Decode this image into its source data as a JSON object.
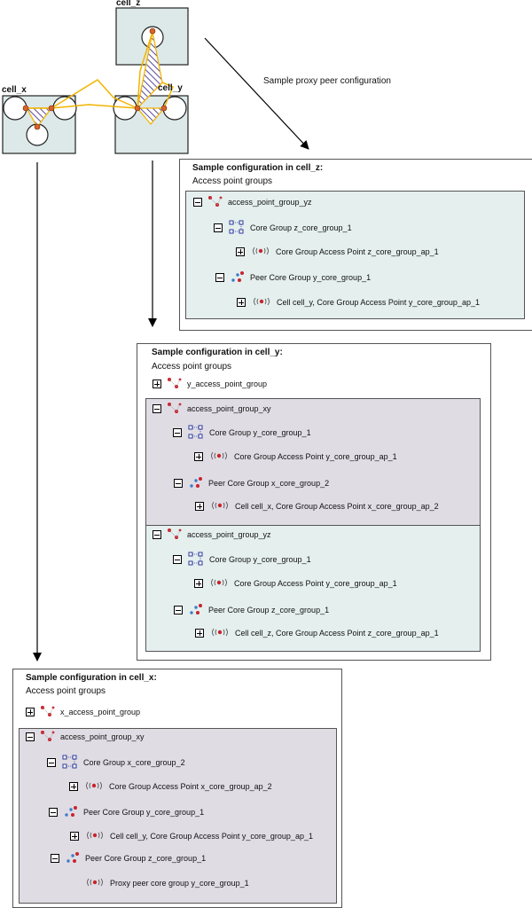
{
  "topology": {
    "cells": [
      "cell_z",
      "cell_x",
      "cell_y"
    ],
    "caption": "Sample proxy peer configuration",
    "colors": {
      "bridge": "#f2b400",
      "hatch": "#5a4a9a",
      "cell_fill": "#dde9e9",
      "node": "#d8632a"
    }
  },
  "panels": {
    "z": {
      "title": "Sample configuration in cell_z:",
      "subtitle": "Access point groups",
      "rows": [
        {
          "toggle": "minus",
          "icon": "access-point-group-icon",
          "text": "access_point_group_yz"
        },
        {
          "toggle": "minus",
          "icon": "core-group-icon",
          "text": "Core Group z_core_group_1"
        },
        {
          "toggle": "plus",
          "icon": "access-point-icon",
          "text": "Core Group Access Point  z_core_group_ap_1"
        },
        {
          "toggle": "minus",
          "icon": "peer-core-group-icon",
          "text": "Peer Core Group y_core_group_1"
        },
        {
          "toggle": "plus",
          "icon": "access-point-icon",
          "text": "Cell cell_y, Core Group Access Point  y_core_group_ap_1"
        }
      ]
    },
    "y": {
      "title": "Sample configuration in cell_y:",
      "subtitle": "Access point groups",
      "rows": [
        {
          "toggle": "plus",
          "icon": "access-point-group-icon",
          "text": "y_access_point_group"
        },
        {
          "toggle": "minus",
          "icon": "access-point-group-icon",
          "text": "access_point_group_xy"
        },
        {
          "toggle": "minus",
          "icon": "core-group-icon",
          "text": "Core Group y_core_group_1"
        },
        {
          "toggle": "plus",
          "icon": "access-point-icon",
          "text": "Core Group Access Point  y_core_group_ap_1"
        },
        {
          "toggle": "minus",
          "icon": "peer-core-group-icon",
          "text": "Peer Core Group x_core_group_2"
        },
        {
          "toggle": "plus",
          "icon": "access-point-icon",
          "text": "Cell cell_x, Core Group Access Point  x_core_group_ap_2"
        },
        {
          "toggle": "minus",
          "icon": "access-point-group-icon",
          "text": "access_point_group_yz"
        },
        {
          "toggle": "minus",
          "icon": "core-group-icon",
          "text": "Core Group y_core_group_1"
        },
        {
          "toggle": "plus",
          "icon": "access-point-icon",
          "text": "Core Group Access Point  y_core_group_ap_1"
        },
        {
          "toggle": "minus",
          "icon": "peer-core-group-icon",
          "text": "Peer Core Group z_core_group_1"
        },
        {
          "toggle": "plus",
          "icon": "access-point-icon",
          "text": "Cell cell_z, Core Group Access Point  z_core_group_ap_1"
        }
      ]
    },
    "x": {
      "title": "Sample configuration in cell_x:",
      "subtitle": "Access point groups",
      "rows": [
        {
          "toggle": "plus",
          "icon": "access-point-group-icon",
          "text": "x_access_point_group"
        },
        {
          "toggle": "minus",
          "icon": "access-point-group-icon",
          "text": "access_point_group_xy"
        },
        {
          "toggle": "minus",
          "icon": "core-group-icon",
          "text": "Core Group x_core_group_2"
        },
        {
          "toggle": "plus",
          "icon": "access-point-icon",
          "text": "Core Group Access Point  x_core_group_ap_2"
        },
        {
          "toggle": "minus",
          "icon": "peer-core-group-icon",
          "text": "Peer Core Group y_core_group_1"
        },
        {
          "toggle": "plus",
          "icon": "access-point-icon",
          "text": "Cell cell_y, Core Group Access Point  y_core_group_ap_1"
        },
        {
          "toggle": "minus",
          "icon": "peer-core-group-icon",
          "text": "Peer Core Group z_core_group_1"
        },
        {
          "toggle": "none",
          "icon": "access-point-icon",
          "text": "Proxy peer core group y_core_group_1"
        }
      ]
    }
  }
}
